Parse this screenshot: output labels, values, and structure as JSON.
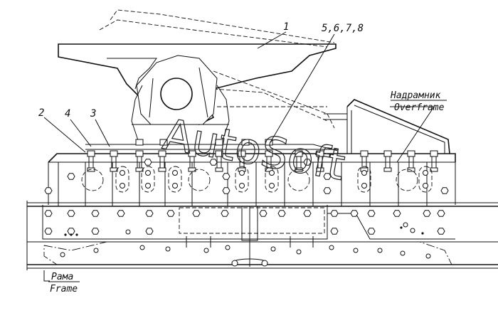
{
  "callouts": {
    "c1": "1",
    "c2": "2",
    "c3": "3",
    "c4": "4",
    "c5678": "5,6,7,8"
  },
  "labels": {
    "overframe_ru": "Надрамник",
    "overframe_en": "Overframe",
    "frame_ru": "Рама",
    "frame_en": "Frame"
  },
  "watermark": "AutoSoft",
  "colors": {
    "ink": "#111111",
    "paper": "#ffffff"
  }
}
